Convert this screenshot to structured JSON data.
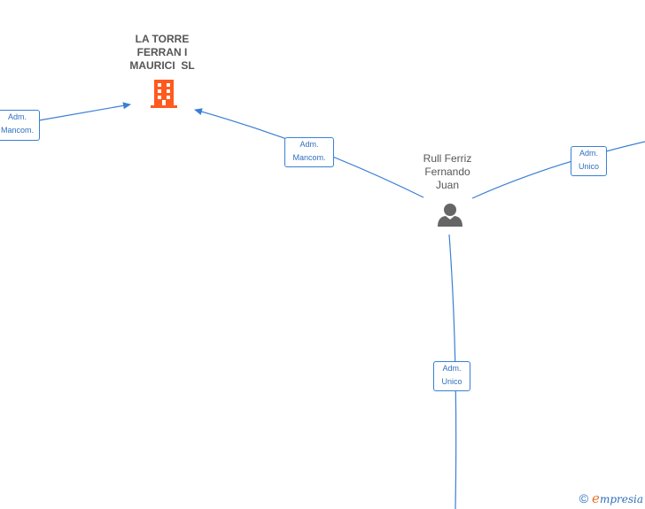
{
  "nodes": {
    "company": {
      "name": "LA TORRE\nFERRAN I\nMAURICI  SL",
      "icon": "building-icon",
      "color": "#ff5a1f"
    },
    "person": {
      "name": "Rull Ferriz\nFernando\nJuan",
      "icon": "person-icon",
      "color": "#666666"
    }
  },
  "edges": {
    "left_to_company": {
      "label": "Adm.\nMancom."
    },
    "person_to_company": {
      "label": "Adm.\nMancom."
    },
    "person_right": {
      "label": "Adm.\nUnico"
    },
    "person_down": {
      "label": "Adm.\nUnico"
    }
  },
  "colors": {
    "edge": "#3a7fd5",
    "label_text": "#2f6fbf"
  },
  "watermark": {
    "copyright": "©",
    "brand_initial": "e",
    "brand_rest": "mpresia"
  }
}
